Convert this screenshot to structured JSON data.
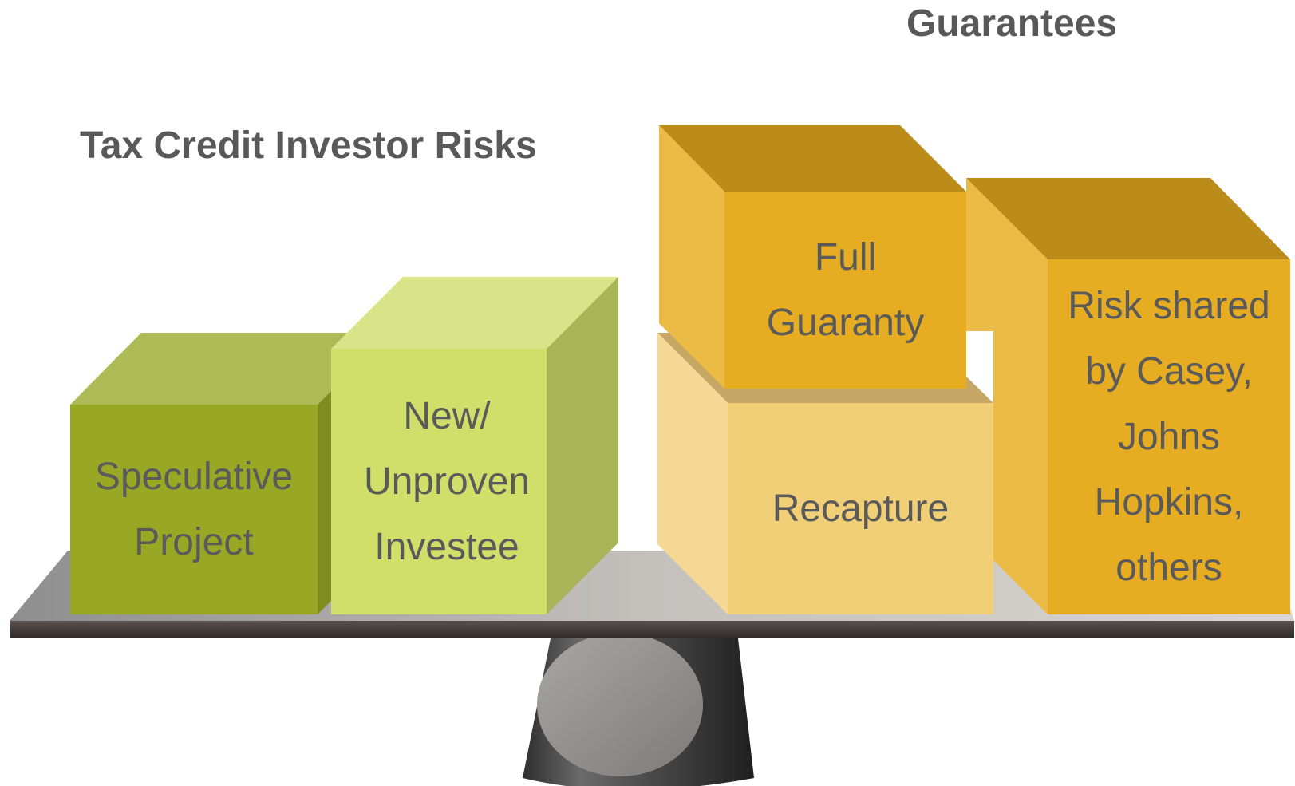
{
  "headings": {
    "risks": "Tax Credit Investor Risks",
    "guarantees": "Guarantees"
  },
  "risk_blocks": [
    {
      "label": "Speculative\nProject",
      "color": "#98a825"
    },
    {
      "label": "New/\nUnproven\nInvestee",
      "color": "#d0df6a"
    }
  ],
  "guarantee_blocks": [
    {
      "label": "Full\nGuaranty",
      "color": "#e6ac22"
    },
    {
      "label": "Recapture",
      "color": "#f1cf77"
    },
    {
      "label": "Risk shared\nby Casey,\nJohns\nHopkins,\nothers",
      "color": "#e6ac22"
    }
  ]
}
